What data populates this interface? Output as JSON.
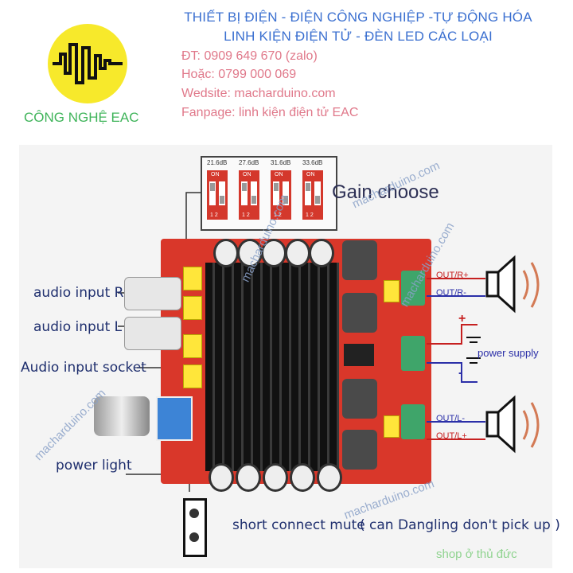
{
  "header": {
    "line1": "THIẾT BỊ ĐIỆN - ĐIỆN CÔNG NGHIỆP -TỰ ĐỘNG HÓA",
    "line2": "LINH KIỆN ĐIỆN TỬ - ĐÈN LED CÁC LOẠI"
  },
  "contact": {
    "phone1": "ĐT: 0909 649 670 (zalo)",
    "phone2": "Hoặc: 0799 000 069",
    "website": "Wedsite: macharduino.com",
    "fanpage": "Fanpage: linh kiện điện tử EAC"
  },
  "brand": {
    "name": "CÔNG NGHỆ EAC",
    "logo_icon": "waveform-logo-icon",
    "logo_color": "#f7e92b"
  },
  "diagram": {
    "gain_label": "Gain choose",
    "gain_settings": [
      "21.6dB",
      "27.6dB",
      "31.6dB",
      "33.6dB"
    ],
    "dip_on": "ON",
    "dip_pins": "1 2",
    "labels": {
      "audio_input_r": "audio input R",
      "audio_input_l": "audio input L",
      "audio_input_socket": "Audio input socket",
      "power_light": "power light",
      "short_connect_mute": "short connect mute",
      "dangling_note": "( can Dangling don't pick up )",
      "out_r_plus": "OUT/R+",
      "out_r_minus": "OUT/R-",
      "out_l_minus": "OUT/L-",
      "out_l_plus": "OUT/L+",
      "power_supply": "power supply",
      "plus_sign": "+",
      "minus_sign": "-"
    },
    "board_color": "#d9372a",
    "heatsink_color": "#1b1b1b",
    "terminal_color": "#3fa56a",
    "capacitor_color": "#ffe63a"
  },
  "watermarks": {
    "site": "macharduino.com",
    "shop": "shop ở thủ đức"
  }
}
